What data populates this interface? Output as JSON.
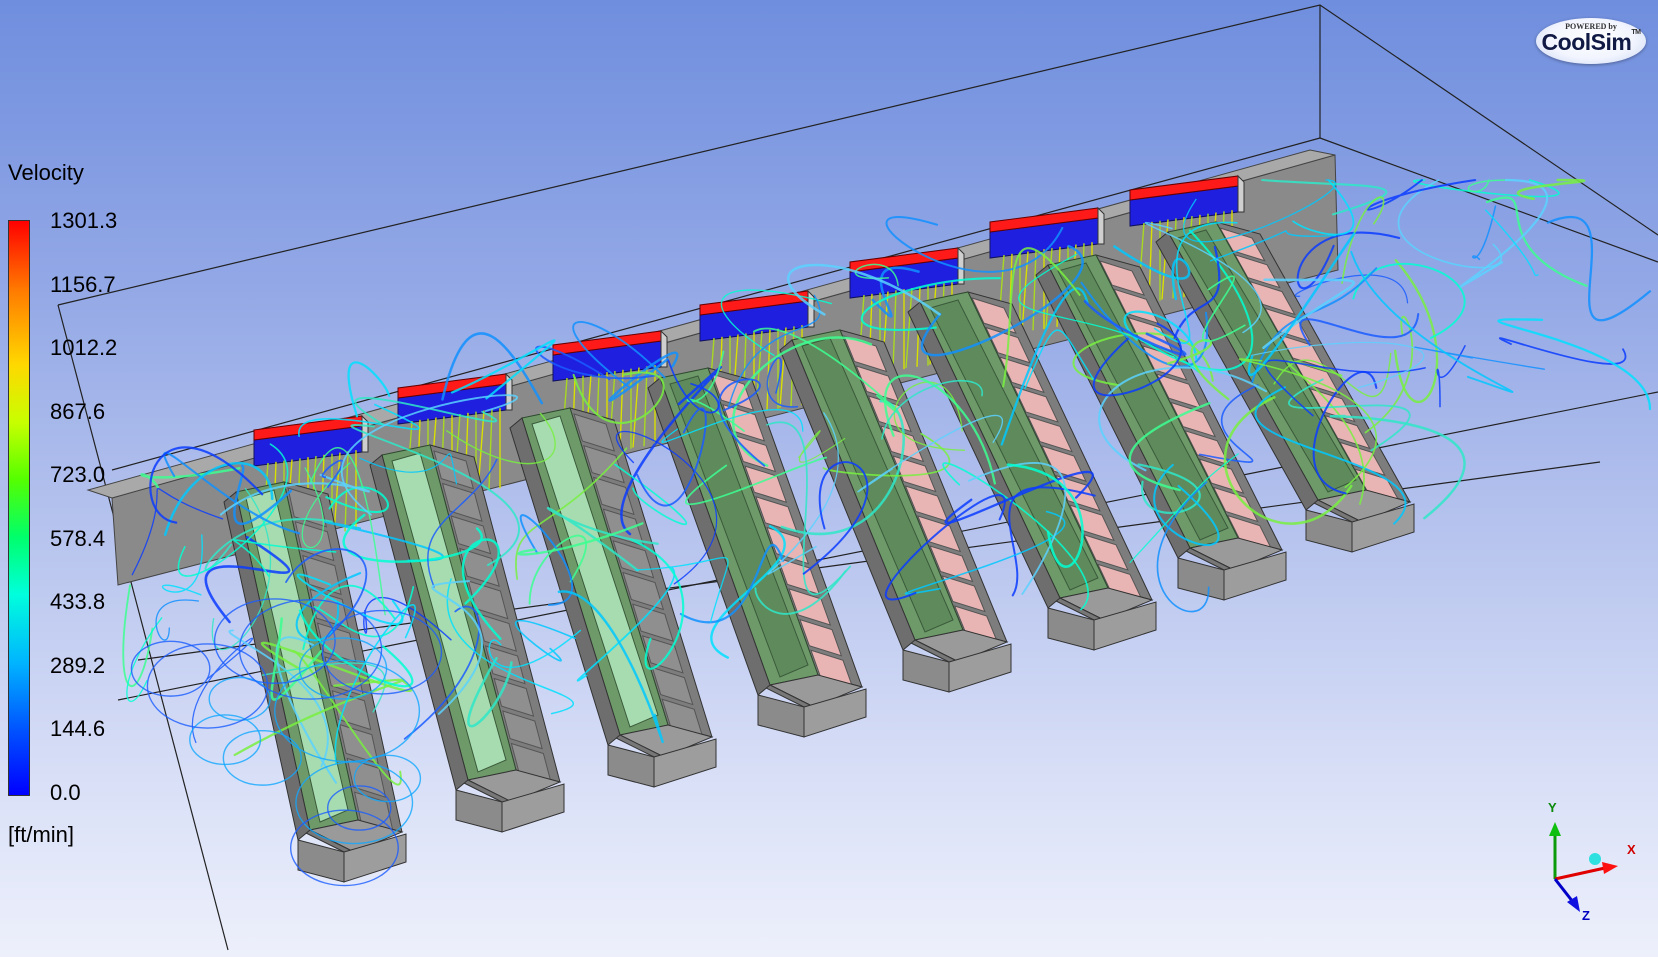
{
  "legend": {
    "title": "Velocity",
    "ticks": [
      "1301.3",
      "1156.7",
      "1012.2",
      "867.6",
      "723.0",
      "578.4",
      "433.8",
      "289.2",
      "144.6",
      "0.0"
    ],
    "unit": "[ft/min]"
  },
  "logo": {
    "powered": "POWERED by",
    "name": "CoolSim",
    "tm": "TM"
  },
  "axes": {
    "x": "X",
    "y": "Y",
    "z": "Z"
  },
  "colors": {
    "rack": "#8c8c8c",
    "rack_top": "#6e9a6a",
    "cold_aisle": "#a6dcb0",
    "server": "#e8b5b4",
    "crac_hot": "#ff1a1a",
    "crac_cold": "#1f1fe0"
  }
}
